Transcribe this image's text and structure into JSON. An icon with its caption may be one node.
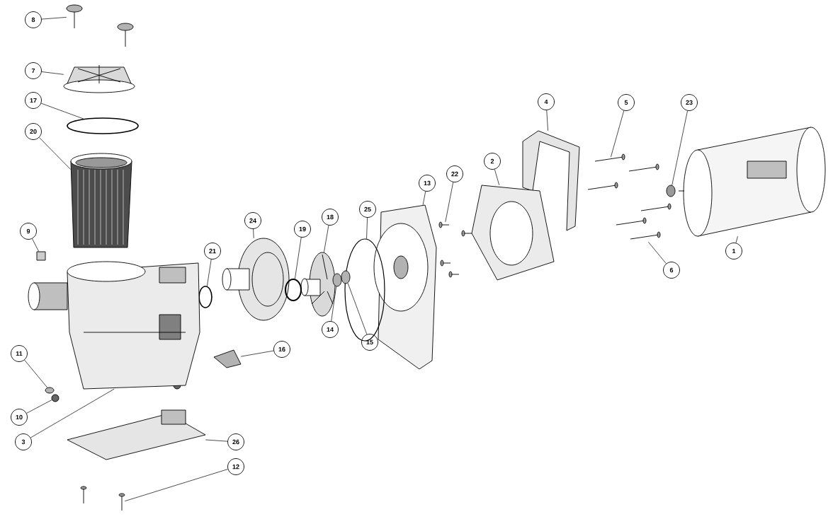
{
  "diagram": {
    "nodes": [
      {
        "text": [
          "8"
        ]
      },
      {
        "text": [
          "7"
        ]
      },
      {
        "text": [
          "17"
        ]
      },
      {
        "text": [
          "20"
        ]
      },
      {
        "text": [
          "4"
        ]
      },
      {
        "text": [
          "5"
        ]
      },
      {
        "text": [
          "23"
        ]
      },
      {
        "text": [
          "2"
        ]
      },
      {
        "text": [
          "22"
        ]
      },
      {
        "text": [
          "13"
        ]
      },
      {
        "text": [
          "25"
        ]
      },
      {
        "text": [
          "18"
        ]
      },
      {
        "text": [
          "24"
        ]
      },
      {
        "text": [
          "19"
        ]
      },
      {
        "text": [
          "9"
        ]
      },
      {
        "text": [
          "21"
        ]
      },
      {
        "text": [
          "1"
        ]
      },
      {
        "text": [
          "6"
        ]
      },
      {
        "text": [
          "14"
        ]
      },
      {
        "text": [
          "15"
        ]
      },
      {
        "text": [
          "11"
        ]
      },
      {
        "text": [
          "16"
        ]
      },
      {
        "text": [
          "10"
        ]
      },
      {
        "text": [
          "3"
        ]
      },
      {
        "text": [
          "26"
        ]
      },
      {
        "text": [
          "12"
        ]
      },
      {
        "text": [],
        "shape": "picture"
      },
      {
        "text": [],
        "shape": "picture"
      },
      {
        "text": [],
        "shape": "circle"
      },
      {
        "text": [],
        "shape": "picture"
      },
      {
        "text": [],
        "shape": "picture"
      },
      {
        "text": [],
        "shape": "picture"
      },
      {
        "text": [],
        "shape": "circle"
      },
      {
        "text": [],
        "shape": "picture"
      },
      {
        "text": [],
        "shape": "picture"
      },
      {
        "text": [],
        "shape": "picture"
      },
      {
        "text": [],
        "shape": "circle"
      },
      {
        "text": [],
        "shape": "picture"
      },
      {
        "text": [],
        "shape": "picture"
      },
      {
        "text": [],
        "shape": "circle"
      },
      {
        "text": [],
        "shape": "box"
      },
      {
        "text": [],
        "shape": "circle"
      },
      {
        "text": [],
        "shape": "picture"
      },
      {
        "text": [],
        "shape": "picture"
      },
      {
        "text": [],
        "shape": "circle"
      },
      {
        "text": [],
        "shape": "circle"
      },
      {
        "text": [],
        "shape": "circle"
      },
      {
        "text": [],
        "shape": "picture"
      },
      {
        "text": [],
        "shape": "circle"
      },
      {
        "text": [],
        "shape": "picture"
      },
      {
        "text": [],
        "shape": "picture"
      },
      {
        "text": [],
        "shape": "picture"
      }
    ],
    "edges": [
      {
        "from": 0,
        "to": 26,
        "arrow": "none"
      },
      {
        "from": 1,
        "to": 27,
        "arrow": "none"
      },
      {
        "from": 2,
        "to": 28,
        "arrow": "none"
      },
      {
        "from": 3,
        "to": 29,
        "arrow": "none"
      },
      {
        "from": 4,
        "to": 30,
        "arrow": "none"
      },
      {
        "from": 5,
        "to": 31,
        "arrow": "none"
      },
      {
        "from": 6,
        "to": 32,
        "arrow": "none"
      },
      {
        "from": 7,
        "to": 33,
        "arrow": "none"
      },
      {
        "from": 8,
        "to": 34,
        "arrow": "none"
      },
      {
        "from": 9,
        "to": 35,
        "arrow": "none"
      },
      {
        "from": 10,
        "to": 36,
        "arrow": "none"
      },
      {
        "from": 11,
        "to": 37,
        "arrow": "none"
      },
      {
        "from": 12,
        "to": 38,
        "arrow": "none"
      },
      {
        "from": 13,
        "to": 39,
        "arrow": "none"
      },
      {
        "from": 14,
        "to": 40,
        "arrow": "none"
      },
      {
        "from": 15,
        "to": 41,
        "arrow": "none"
      },
      {
        "from": 16,
        "to": 42,
        "arrow": "none"
      },
      {
        "from": 17,
        "to": 43,
        "arrow": "none"
      },
      {
        "from": 18,
        "to": 44,
        "arrow": "none"
      },
      {
        "from": 19,
        "to": 45,
        "arrow": "none"
      },
      {
        "from": 20,
        "to": 46,
        "arrow": "none"
      },
      {
        "from": 21,
        "to": 47,
        "arrow": "none"
      },
      {
        "from": 22,
        "to": 48,
        "arrow": "none"
      },
      {
        "from": 23,
        "to": 49,
        "arrow": "none"
      },
      {
        "from": 24,
        "to": 50,
        "arrow": "none"
      },
      {
        "from": 25,
        "to": 51,
        "arrow": "none"
      }
    ]
  }
}
